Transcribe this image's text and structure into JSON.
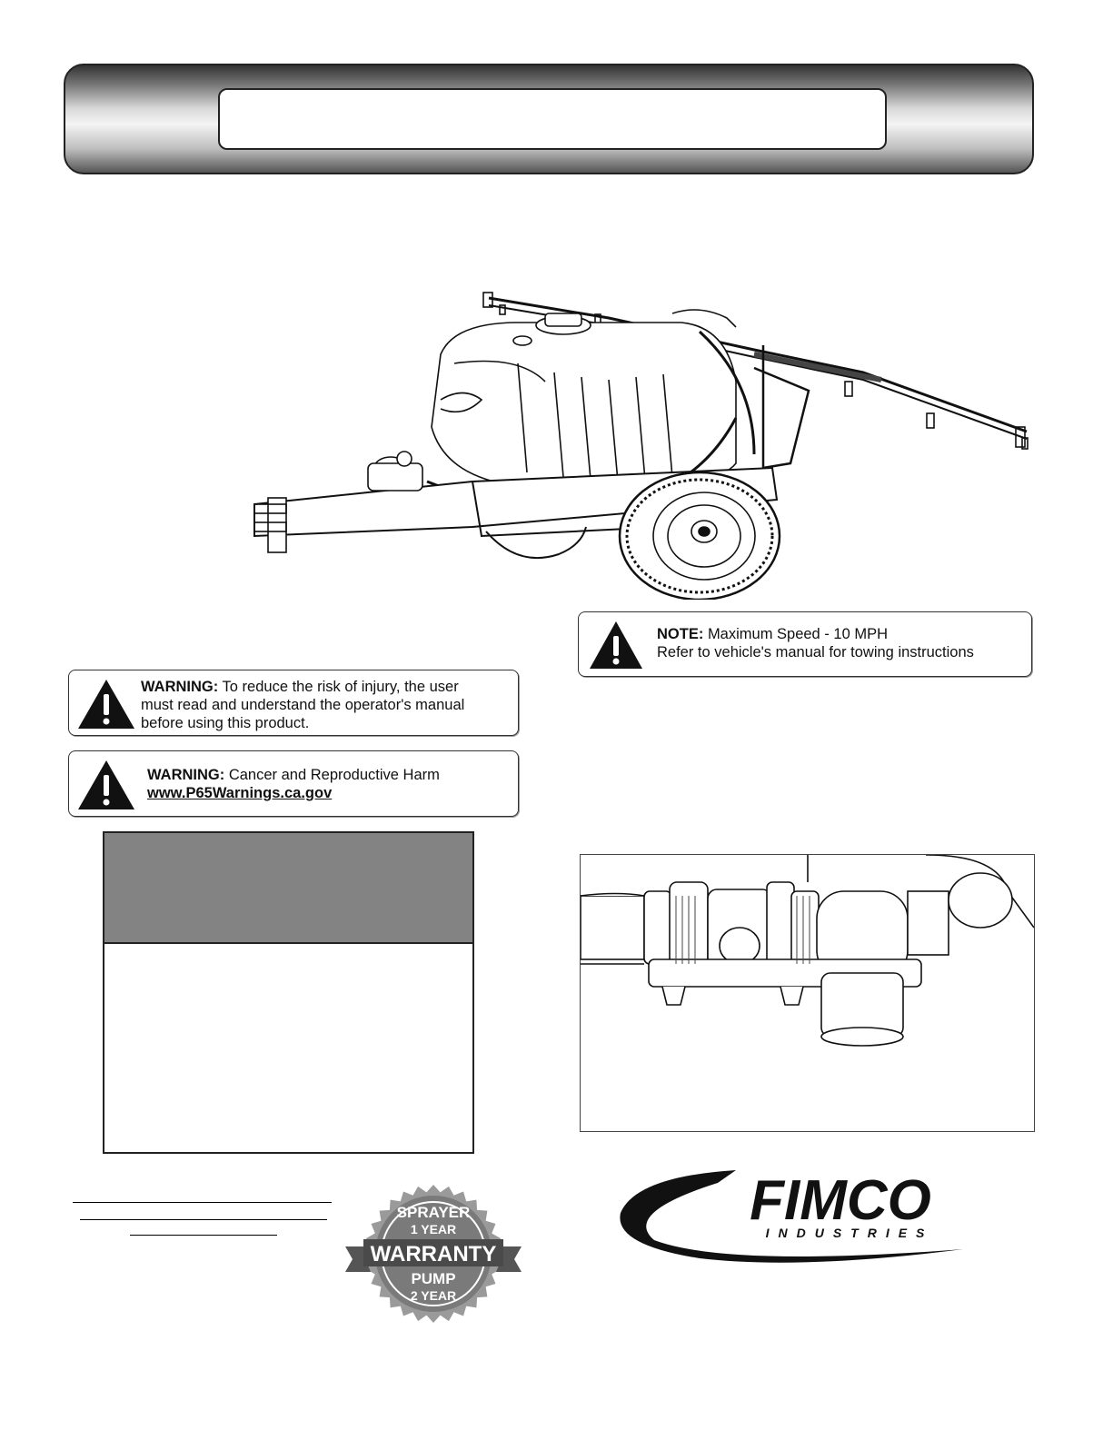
{
  "notices": {
    "note": {
      "lead": "NOTE:",
      "line1": "Maximum Speed - 10 MPH",
      "line2": "Refer to vehicle's manual for towing instructions"
    },
    "warning_manual": {
      "lead": "WARNING:",
      "line1": "To reduce the risk of injury, the user",
      "line2": "must read and understand the operator's manual",
      "line3": "before using this product."
    },
    "warning_p65": {
      "lead": "WARNING:",
      "line1": "Cancer and Reproductive Harm",
      "link": "www.P65Warnings.ca.gov"
    }
  },
  "badge": {
    "top": "SPRAYER",
    "top_sub": "1 YEAR",
    "ribbon": "WARRANTY",
    "bottom": "PUMP",
    "bottom_sub": "2 YEAR"
  },
  "logo": {
    "brand": "FIMCO",
    "sub": "INDUSTRIES"
  }
}
